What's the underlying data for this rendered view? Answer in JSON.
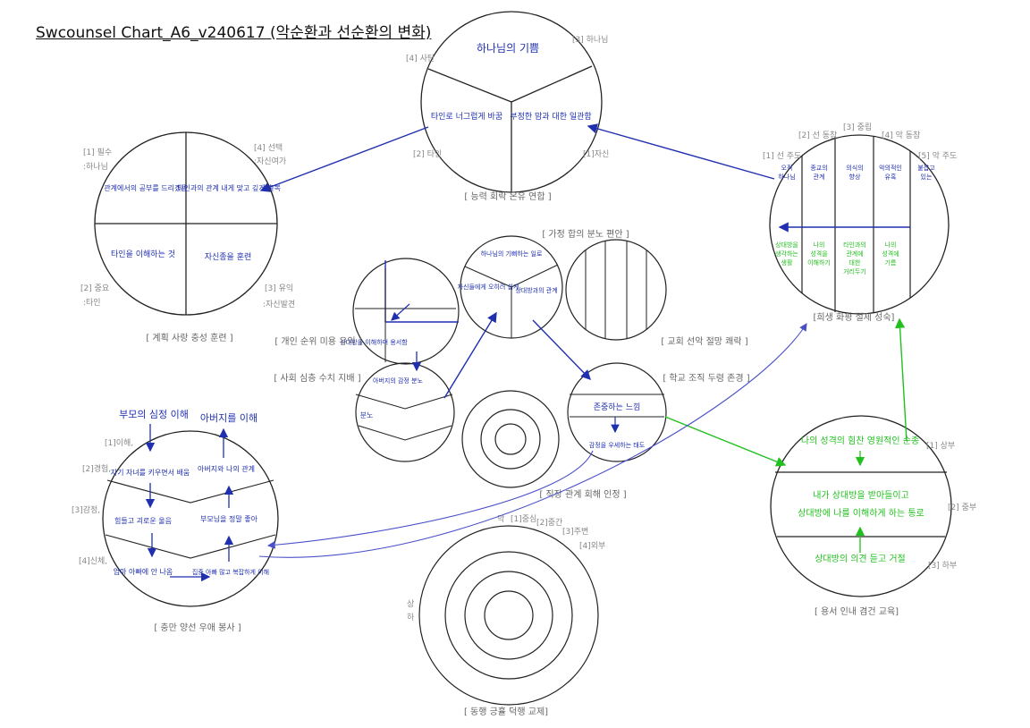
{
  "title": "Swcounsel Chart_A6_v240617 (악순환과 선순환의 변화)",
  "colors": {
    "blue": "#1f2fb0",
    "green": "#22c01f",
    "line": "#222222",
    "label": "#888888",
    "light_arrow": "#4a50c8"
  },
  "top_circle": {
    "labels": {
      "devil": "[4] 사탄",
      "god": "[3] 하나님",
      "other": "[2] 타인",
      "self": "[1]자신"
    },
    "hand": {
      "top": "하나님의 기쁨",
      "left": "타인로 너그럽게 바꿈",
      "right": "부정한 맘과 대한 일관함"
    },
    "caption": "[ 능력 회락 온유 연합 ]"
  },
  "left_circle": {
    "labels": {
      "l1": "[1] 필수",
      "l1b": ":하나님",
      "l2": "[4] 선택",
      "l2b": ":자신여가",
      "l3": "[2] 중요",
      "l3b": ":타인",
      "l4": "[3] 유익",
      "l4b": ":자신발견"
    },
    "hand": {
      "q1": "관계에서의 공부를 드리겠음",
      "q2": "타인과의 관계 내게 맞고 깊게 축복",
      "q3": "타인을 이해하는 것",
      "q4": "자신종을 훈련"
    },
    "caption": "[ 계획 사랑 충성 훈련 ]"
  },
  "right_circle": {
    "labels": {
      "r1": "[2] 선 동참",
      "r2": "[3] 중립",
      "r3": "[4] 악 동참",
      "r4": "[1] 선 주도",
      "r5": "[5] 악 주도"
    },
    "hand_blue": [
      "오직 하나님",
      "종교의 관계",
      "의식의 향상",
      "악의적인 유혹",
      "붙잡고 있는"
    ],
    "hand_green": [
      "상대방을 생각하는 생활",
      "나의 성격을 이해하기",
      "타인과의 관계에 대한 거리두기",
      "나의 성격에 기름"
    ],
    "caption": "[희생 화평 절제 성숙]"
  },
  "bottom_left_circle": {
    "labels": {
      "l1": "[1]이해,",
      "l2": "[2]경험,",
      "l3": "[3]감정,",
      "l4": "[4]신체,"
    },
    "hand": {
      "a1": "부모의 심정 이해",
      "a2": "아버지를 이해",
      "b1": "자기 자녀를 키우면서 배움",
      "b2": "아버지와 나의 관계",
      "c1": "힘들고 괴로운 울음",
      "c2": "부모님을 정말 좋아",
      "d1": "엄마 아빠에 안 나옴",
      "d2": "집중 아빠 많고 복잡하게 이해"
    },
    "caption": "[ 충만 양선 우애 봉사 ]"
  },
  "bottom_right_circle": {
    "labels": {
      "t": "[1] 상부",
      "m": "[2] 중부",
      "b": "[3] 하부"
    },
    "hand": {
      "top": "나의 성격의 힘찬 영원적인 순종",
      "mid1": "내가 상대방을 받아들이고",
      "mid2": "상대방에 나를 이해하게 하는 통로",
      "bot": "상대방의 의견 듣고 거절"
    },
    "caption": "[ 용서 인내 겸건 교육]"
  },
  "center_group": {
    "c1_caption": "[ 개인 순위 미용 유익 ]",
    "c1_hand": "상대방을 이해하며 용서함",
    "c2_caption": "[ 사회 심층 수치 지배 ]",
    "c2_hand1": "아버지의 감정 분노",
    "c2_hand2": "분노",
    "c3_caption": "[ 가정 합의 분노 편안 ]",
    "c3_hand": {
      "top": "하나님의 기뻐하는 일로",
      "left": "자신들에게 오히려 쉽게",
      "right": "상대방과의 관계"
    },
    "c4_caption": "[ 교회 선악 절망 쾌락 ]",
    "c5_caption": "[ 학교 조직 두령 존경 ]",
    "c5_hand": {
      "top": "존중하는 느낌",
      "bot": "감정을 우세하는 태도"
    },
    "c6_caption": "[ 직장 관계 회해 인정 ]"
  },
  "big_bottom_circle": {
    "labels": {
      "a": "[1]중심",
      "b": "[2]중간",
      "c": "[3]주변",
      "d": "[4]외부",
      "e": "상",
      "f": "하",
      "g": "악"
    },
    "caption": "[ 동행 긍휼 덕행 교제]"
  }
}
